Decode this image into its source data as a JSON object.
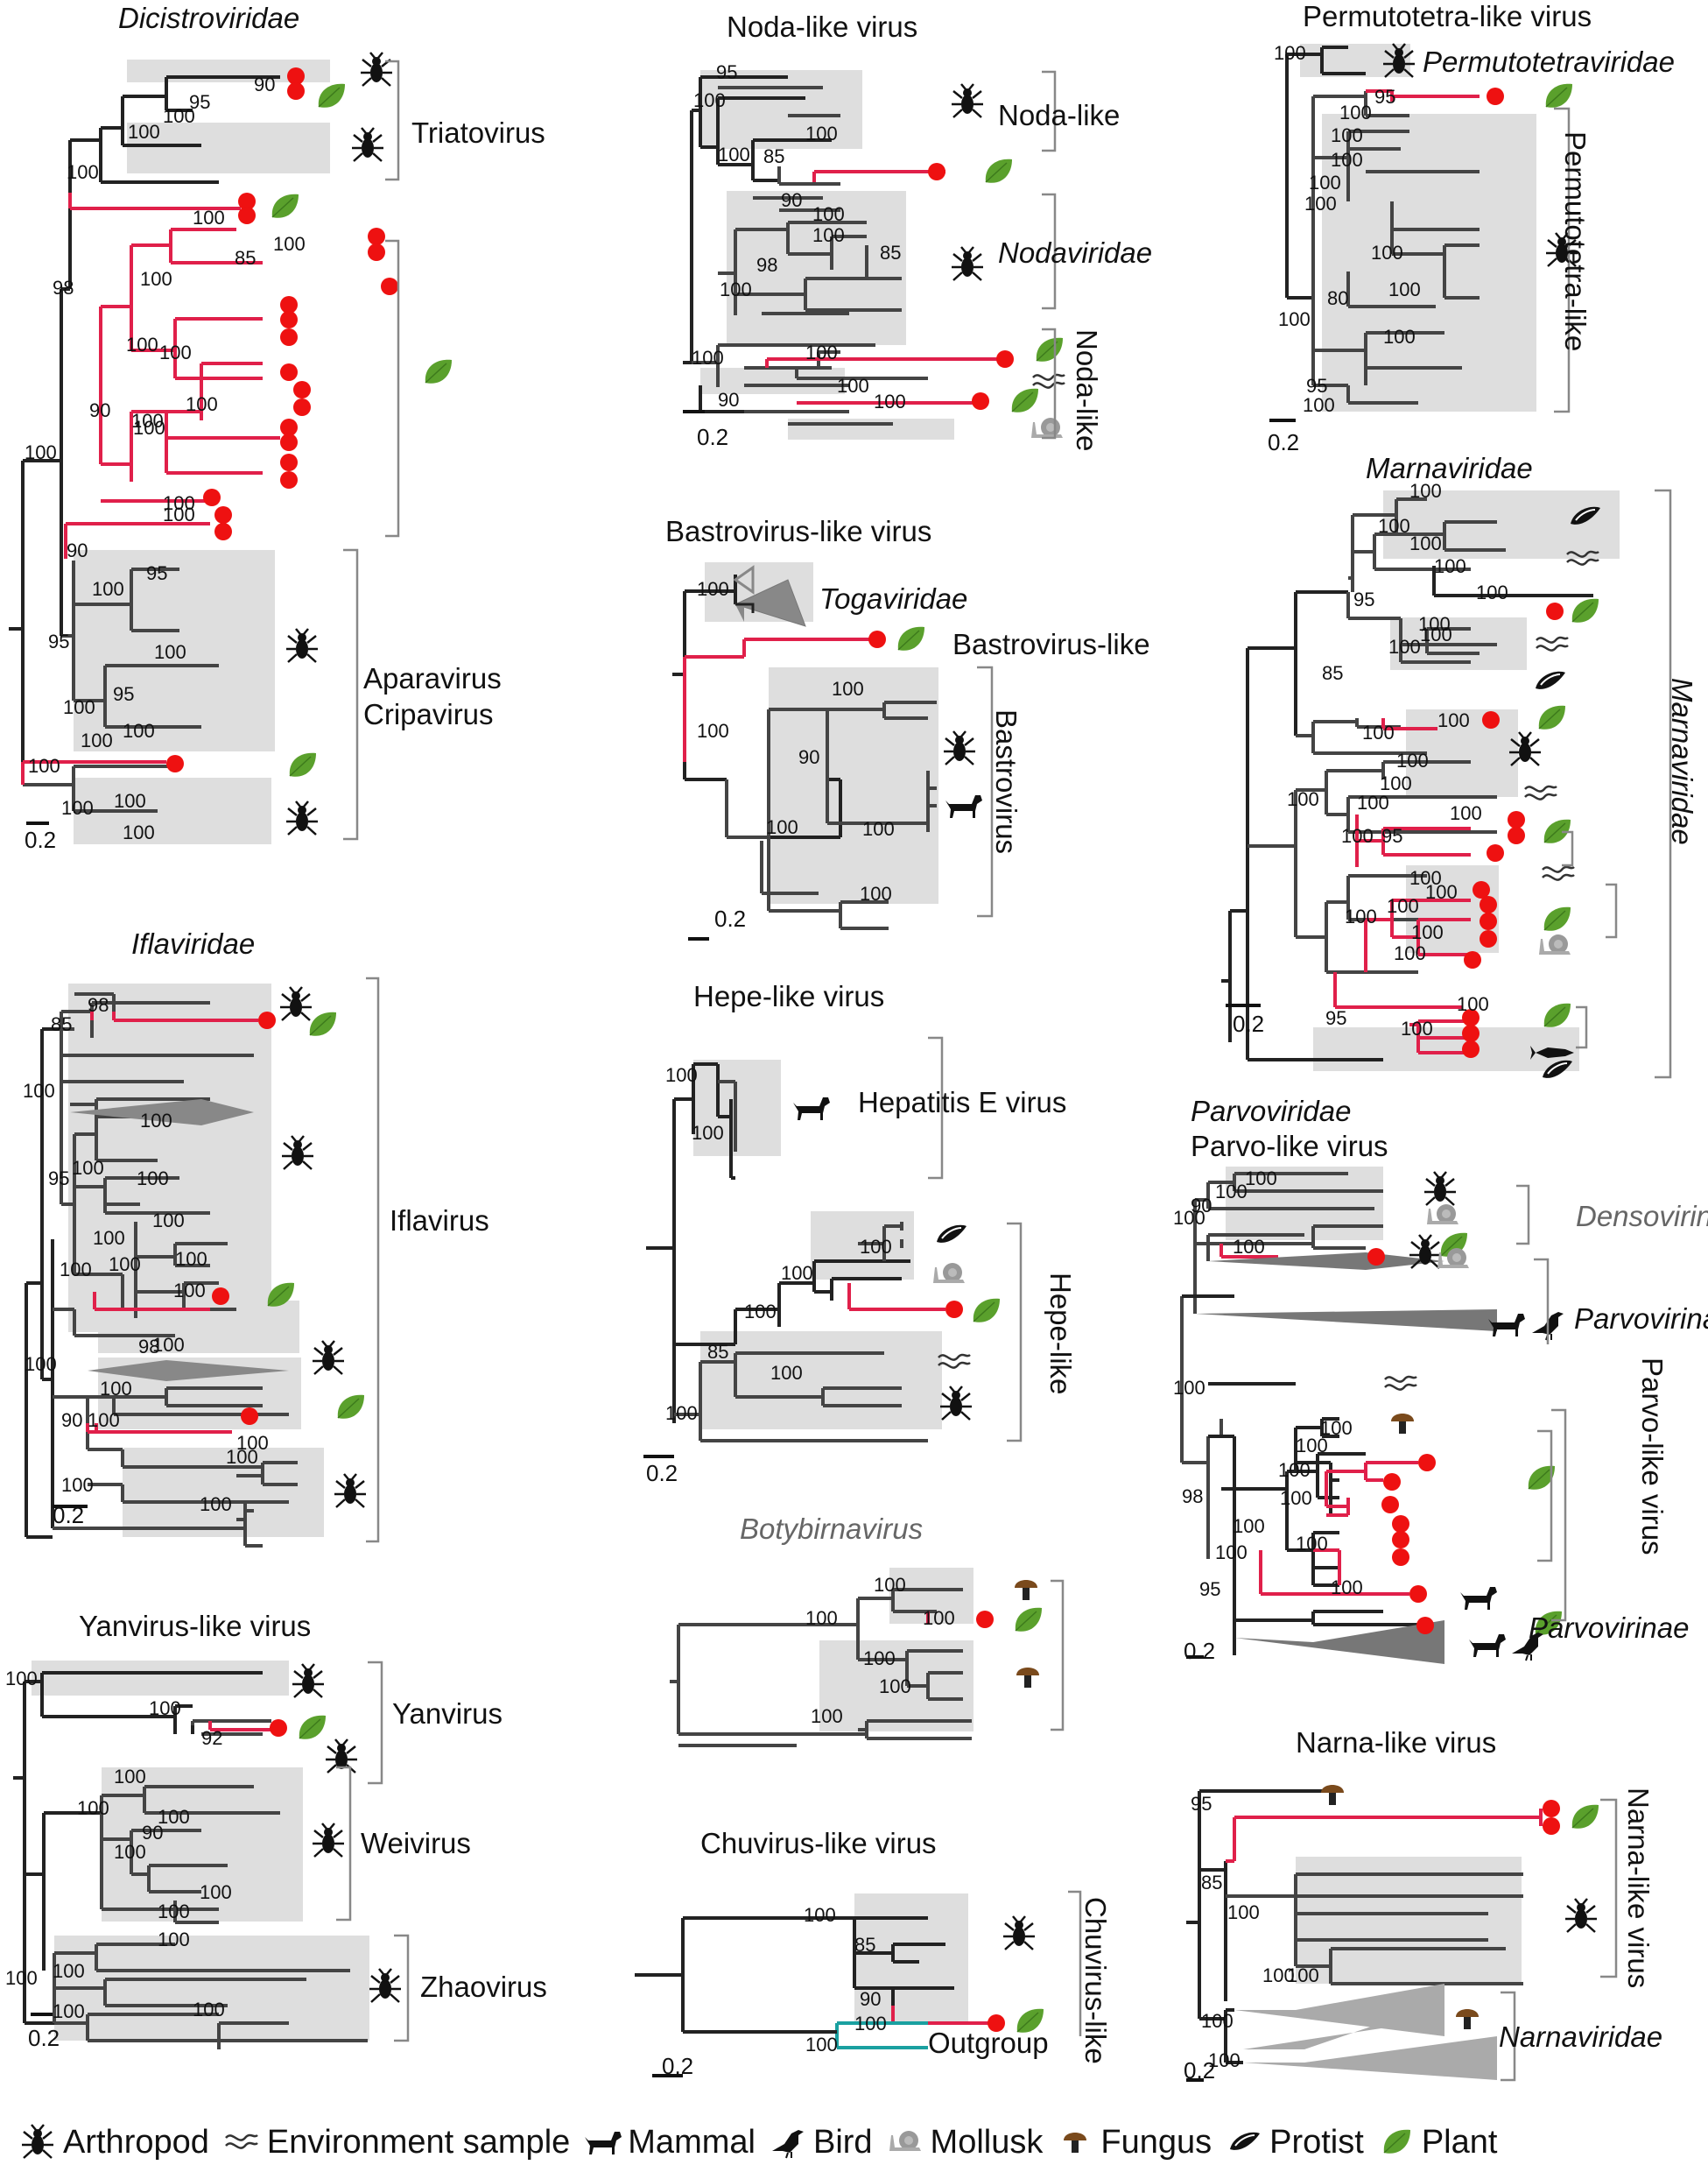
{
  "panels": {
    "dicistro": {
      "title": "Dicistroviridae",
      "clades": [
        "Triatovirus",
        "Aparavirus",
        "Cripavirus"
      ],
      "scale": "0.2",
      "bootstraps": [
        "90",
        "95",
        "100",
        "100",
        "100",
        "100",
        "98",
        "85",
        "100",
        "100",
        "100",
        "100",
        "100",
        "90",
        "100",
        "100",
        "100",
        "100",
        "100",
        "90",
        "95",
        "100",
        "95",
        "100",
        "100",
        "100",
        "100",
        "100",
        "100",
        "100",
        "100",
        "100",
        "100"
      ]
    },
    "noda": {
      "title": "Noda-like virus",
      "clades": [
        "Noda-like",
        "Nodaviridae",
        "Noda-like"
      ],
      "scale": "0.2",
      "bootstraps": [
        "95",
        "100",
        "100",
        "85",
        "100",
        "90",
        "100",
        "100",
        "85",
        "98",
        "100",
        "100",
        "100",
        "100",
        "100",
        "90"
      ]
    },
    "permuto": {
      "title": "Permutotetra-like virus",
      "clades": [
        "Permutotetraviridae",
        "Permutotetra-like"
      ],
      "scale": "0.2",
      "bootstraps": [
        "100",
        "95",
        "100",
        "100",
        "100",
        "100",
        "100",
        "100",
        "80",
        "100",
        "100",
        "95",
        "100"
      ]
    },
    "bastro": {
      "title": "Bastrovirus-like virus",
      "clades": [
        "Togaviridae",
        "Bastrovirus-like",
        "Bastrovirus"
      ],
      "scale": "0.2",
      "bootstraps": [
        "100",
        "100",
        "100",
        "90",
        "100",
        "100"
      ]
    },
    "marna": {
      "title": "Marnaviridae",
      "clades": [
        "Marnaviridae"
      ],
      "scale": "0.2",
      "bootstraps": [
        "100",
        "100",
        "100",
        "100",
        "100",
        "95",
        "100",
        "85",
        "100",
        "100",
        "100",
        "100",
        "100",
        "100",
        "100",
        "100",
        "95",
        "100",
        "100",
        "100",
        "100",
        "100",
        "100",
        "100",
        "100",
        "95",
        "100"
      ]
    },
    "ifla": {
      "title": "Iflaviridae",
      "clades": [
        "Iflavirus"
      ],
      "scale": "0.2",
      "bootstraps": [
        "98",
        "85",
        "100",
        "100",
        "95",
        "100",
        "100",
        "100",
        "100",
        "100",
        "100",
        "100",
        "100",
        "100",
        "98",
        "100",
        "90",
        "100",
        "100",
        "100",
        "100",
        "100"
      ]
    },
    "hepe": {
      "title": "Hepe-like virus",
      "clades": [
        "Hepatitis E virus",
        "Hepe-like"
      ],
      "scale": "0.2",
      "bootstraps": [
        "100",
        "100",
        "100",
        "100",
        "100",
        "85",
        "100",
        "100"
      ]
    },
    "parvo": {
      "title": "Parvoviridae",
      "subtitle": "Parvo-like virus",
      "clades": [
        "Densovirinae",
        "Parvovirinae",
        "Parvo-like virus",
        "Parvovirinae"
      ],
      "scale": "0.2",
      "bootstraps": [
        "100",
        "90",
        "100",
        "100",
        "100",
        "100",
        "100",
        "100",
        "100",
        "100",
        "98",
        "100",
        "100",
        "100",
        "100",
        "95"
      ]
    },
    "yanvirus": {
      "title": "Yanvirus-like virus",
      "clades": [
        "Yanvirus",
        "Weivirus",
        "Zhaovirus"
      ],
      "scale": "0.2",
      "bootstraps": [
        "100",
        "100",
        "92",
        "100",
        "100",
        "100",
        "90",
        "100",
        "100",
        "100",
        "100",
        "100",
        "100",
        "100"
      ]
    },
    "botybirna": {
      "title": "Botybirnavirus",
      "bootstraps": [
        "100",
        "100",
        "100",
        "100",
        "100",
        "100"
      ]
    },
    "chuvirus": {
      "title": "Chuvirus-like virus",
      "clades": [
        "Chuvirus-like",
        "Outgroup"
      ],
      "scale": "0.2",
      "bootstraps": [
        "100",
        "85",
        "90",
        "100",
        "100"
      ]
    },
    "narna": {
      "title": "Narna-like virus",
      "clades": [
        "Narna-like virus",
        "Narnaviridae"
      ],
      "scale": "0.2",
      "bootstraps": [
        "95",
        "85",
        "100",
        "100",
        "100",
        "100",
        "100"
      ]
    }
  },
  "legend": [
    {
      "icon": "arthropod-icon",
      "label": "Arthropod"
    },
    {
      "icon": "environment-sample-icon",
      "label": "Environment sample"
    },
    {
      "icon": "mammal-icon",
      "label": "Mammal"
    },
    {
      "icon": "bird-icon",
      "label": "Bird"
    },
    {
      "icon": "mollusk-icon",
      "label": "Mollusk"
    },
    {
      "icon": "fungus-icon",
      "label": "Fungus"
    },
    {
      "icon": "protist-icon",
      "label": "Protist"
    },
    {
      "icon": "plant-icon",
      "label": "Plant"
    }
  ],
  "colors": {
    "plant_branch": "#e0204a",
    "host_branch": "#444444",
    "highlight": "#dedede",
    "dot": "#ee1111",
    "leaf": "#5aa02c",
    "outgroup": "#1aa0a0"
  }
}
